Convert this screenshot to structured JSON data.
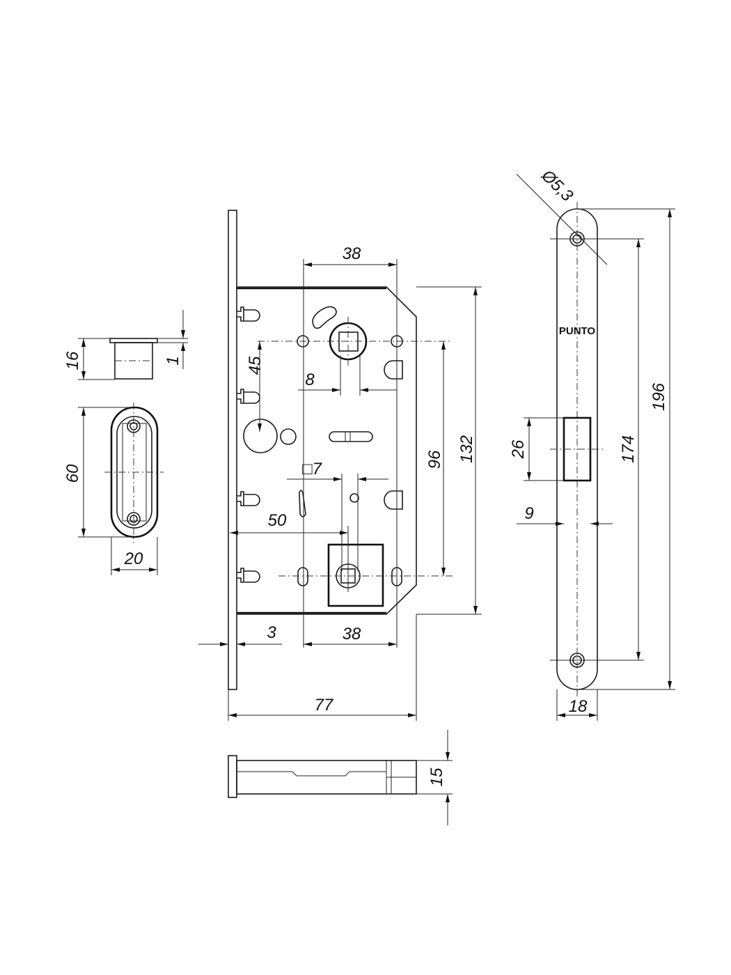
{
  "drawing": {
    "brand_logo": "PUNTO",
    "line_color": "#111111",
    "background": "#ffffff"
  },
  "dimensions": {
    "strike_top_height": "16",
    "strike_top_thickness": "1",
    "strike_height": "60",
    "strike_width": "20",
    "hole_spacing_top": "38",
    "backset_spindle": "45",
    "spindle_square": "8",
    "hub_center_distance": "96",
    "body_height": "132",
    "cylinder_square": "□7",
    "backset": "50",
    "faceplate_thickness": "3",
    "hole_spacing_bottom": "38",
    "body_depth": "77",
    "body_thickness": "15",
    "screw_hole_diameter": "Ø5,3",
    "latch_height": "26",
    "latch_width": "9",
    "faceplate_hole_spacing": "174",
    "faceplate_length": "196",
    "faceplate_width": "18"
  }
}
